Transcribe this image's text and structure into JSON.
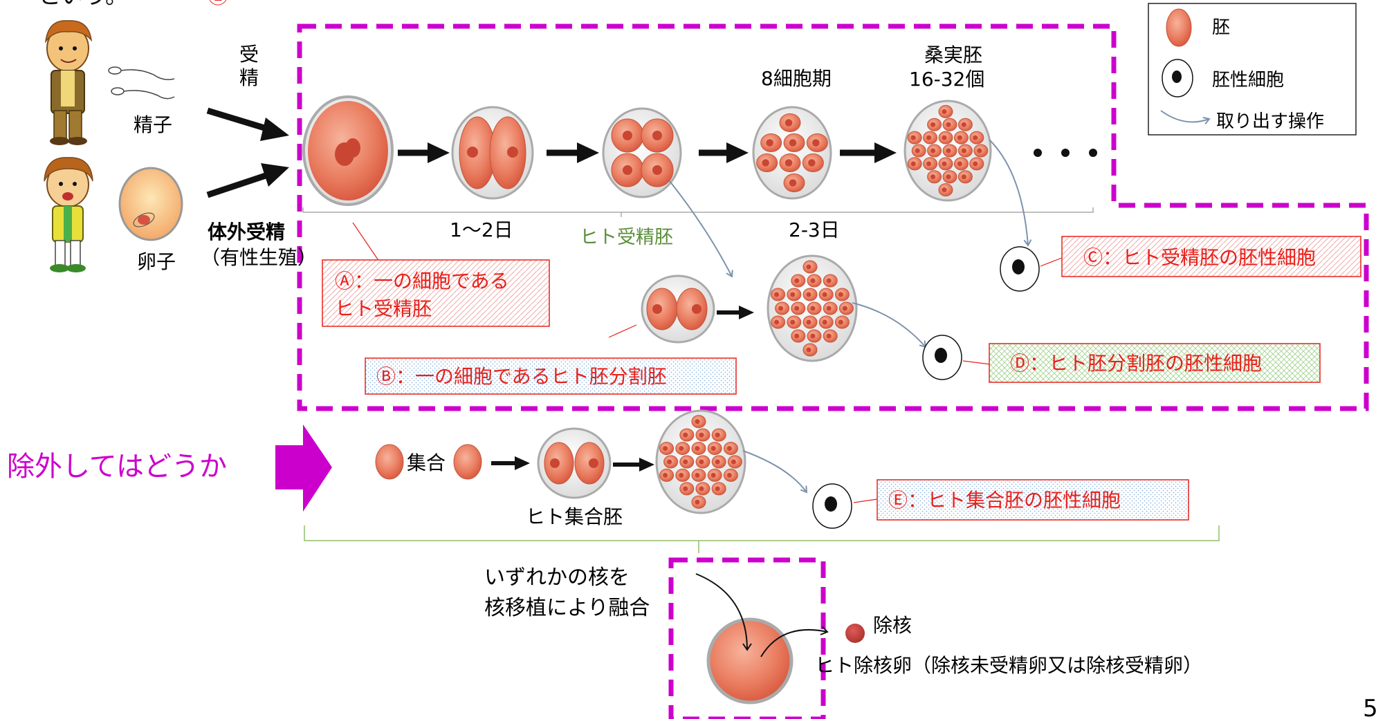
{
  "header_fragment": "という。",
  "header_marker": "Ⓔ",
  "colors": {
    "magenta": "#cc00cc",
    "red_text": "#e8201a",
    "green_text": "#5b8f3a",
    "embryo_fill": "#e87a5e",
    "arrow_blue": "#7d93ad"
  },
  "legend": {
    "embryo": "胚",
    "es_cell": "胚性細胞",
    "extract": "取り出す操作"
  },
  "left": {
    "sperm": "精子",
    "egg": "卵子",
    "fertilization": "受精",
    "ivf": "体外受精",
    "sexual_reproduction": "（有性生殖）"
  },
  "stages": {
    "eight_cell": "8細胞期",
    "morula_name": "桑実胚",
    "morula_count": "16-32個",
    "day_1_2": "1〜2日",
    "day_2_3": "2-3日",
    "human_fertilized_embryo": "ヒト受精胚",
    "aggregate_word": "集合",
    "human_aggregate_embryo": "ヒト集合胚",
    "ellipsis": "・・・"
  },
  "boxes": {
    "a_line1": "Ⓐ：一の細胞である",
    "a_line2": "ヒト受精胚",
    "b": "Ⓑ：一の細胞であるヒト胚分割胚",
    "c": "Ⓒ：ヒト受精胚の胚性細胞",
    "d": "Ⓓ：ヒト胚分割胚の胚性細胞",
    "e": "Ⓔ：ヒト集合胚の胚性細胞"
  },
  "exclude_text": "除外してはどうか",
  "nuclear": {
    "line1": "いずれかの核を",
    "line2": "核移植により融合",
    "enucleation": "除核",
    "enucleated_egg": "ヒト除核卵（除核未受精卵又は除核受精卵）"
  },
  "page_number": "5"
}
